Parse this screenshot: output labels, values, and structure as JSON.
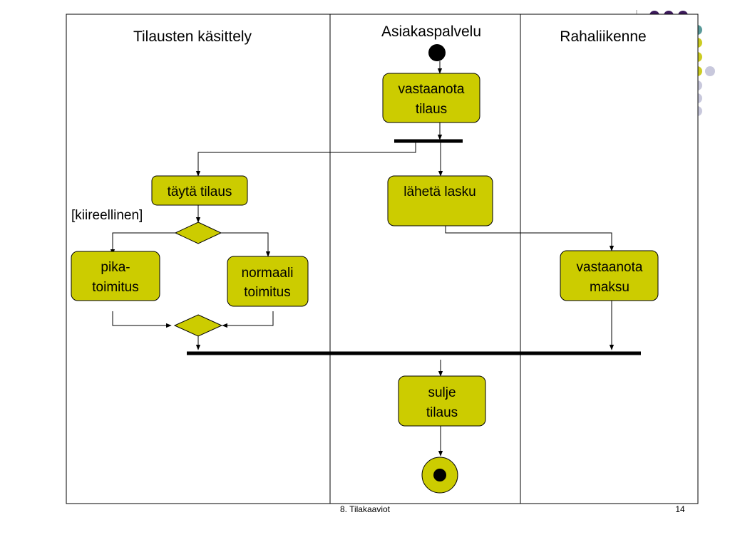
{
  "lanes": [
    {
      "title": "Tilausten käsittely"
    },
    {
      "title": "Asiakaspalvelu"
    },
    {
      "title": "Rahaliikenne"
    }
  ],
  "nodes": {
    "receive_order": [
      "vastaanota",
      "tilaus"
    ],
    "fill_order": [
      "täytä tilaus"
    ],
    "send_invoice": [
      "lähetä lasku"
    ],
    "express_delivery": [
      "pika-",
      "toimitus"
    ],
    "normal_delivery": [
      "normaali",
      "toimitus"
    ],
    "receive_payment": [
      "vastaanota",
      "maksu"
    ],
    "close_order": [
      "sulje",
      "tilaus"
    ]
  },
  "guard": "[kiireellinen]",
  "footer": {
    "title": "8. Tilakaaviot",
    "page": "14"
  },
  "colors": {
    "node_fill": "#cccc00",
    "deco_purple": "#3d1a5c",
    "deco_teal": "#5a9a9a",
    "deco_yellow": "#cccc22",
    "deco_lavender": "#c8c8dc"
  }
}
